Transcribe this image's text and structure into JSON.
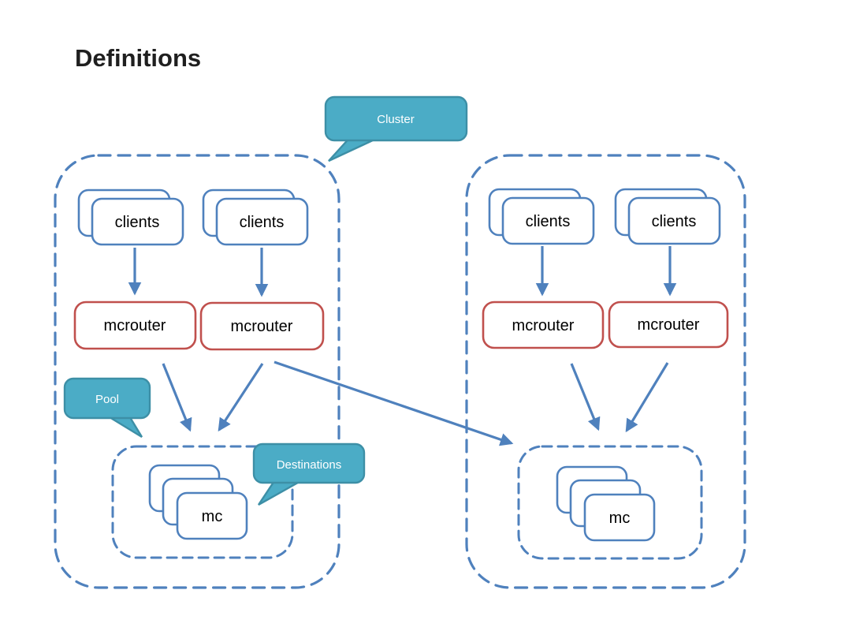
{
  "title": "Definitions",
  "callouts": {
    "cluster": "Cluster",
    "pool": "Pool",
    "destinations": "Destinations"
  },
  "colors": {
    "callout_fill": "#4bacc6",
    "callout_border": "#3d8fa6",
    "blue_accent": "#4f81bd",
    "red_accent": "#c0504d",
    "box_fill": "#ffffff",
    "label_text": "#000000",
    "callout_text": "#ffffff"
  },
  "clusters": [
    {
      "id": "left",
      "clients": [
        {
          "label": "clients"
        },
        {
          "label": "clients"
        }
      ],
      "mcrouters": [
        {
          "label": "mcrouter"
        },
        {
          "label": "mcrouter"
        }
      ],
      "pool": {
        "mc_label": "mc"
      }
    },
    {
      "id": "right",
      "clients": [
        {
          "label": "clients"
        },
        {
          "label": "clients"
        }
      ],
      "mcrouters": [
        {
          "label": "mcrouter"
        },
        {
          "label": "mcrouter"
        }
      ],
      "pool": {
        "mc_label": "mc"
      }
    }
  ]
}
